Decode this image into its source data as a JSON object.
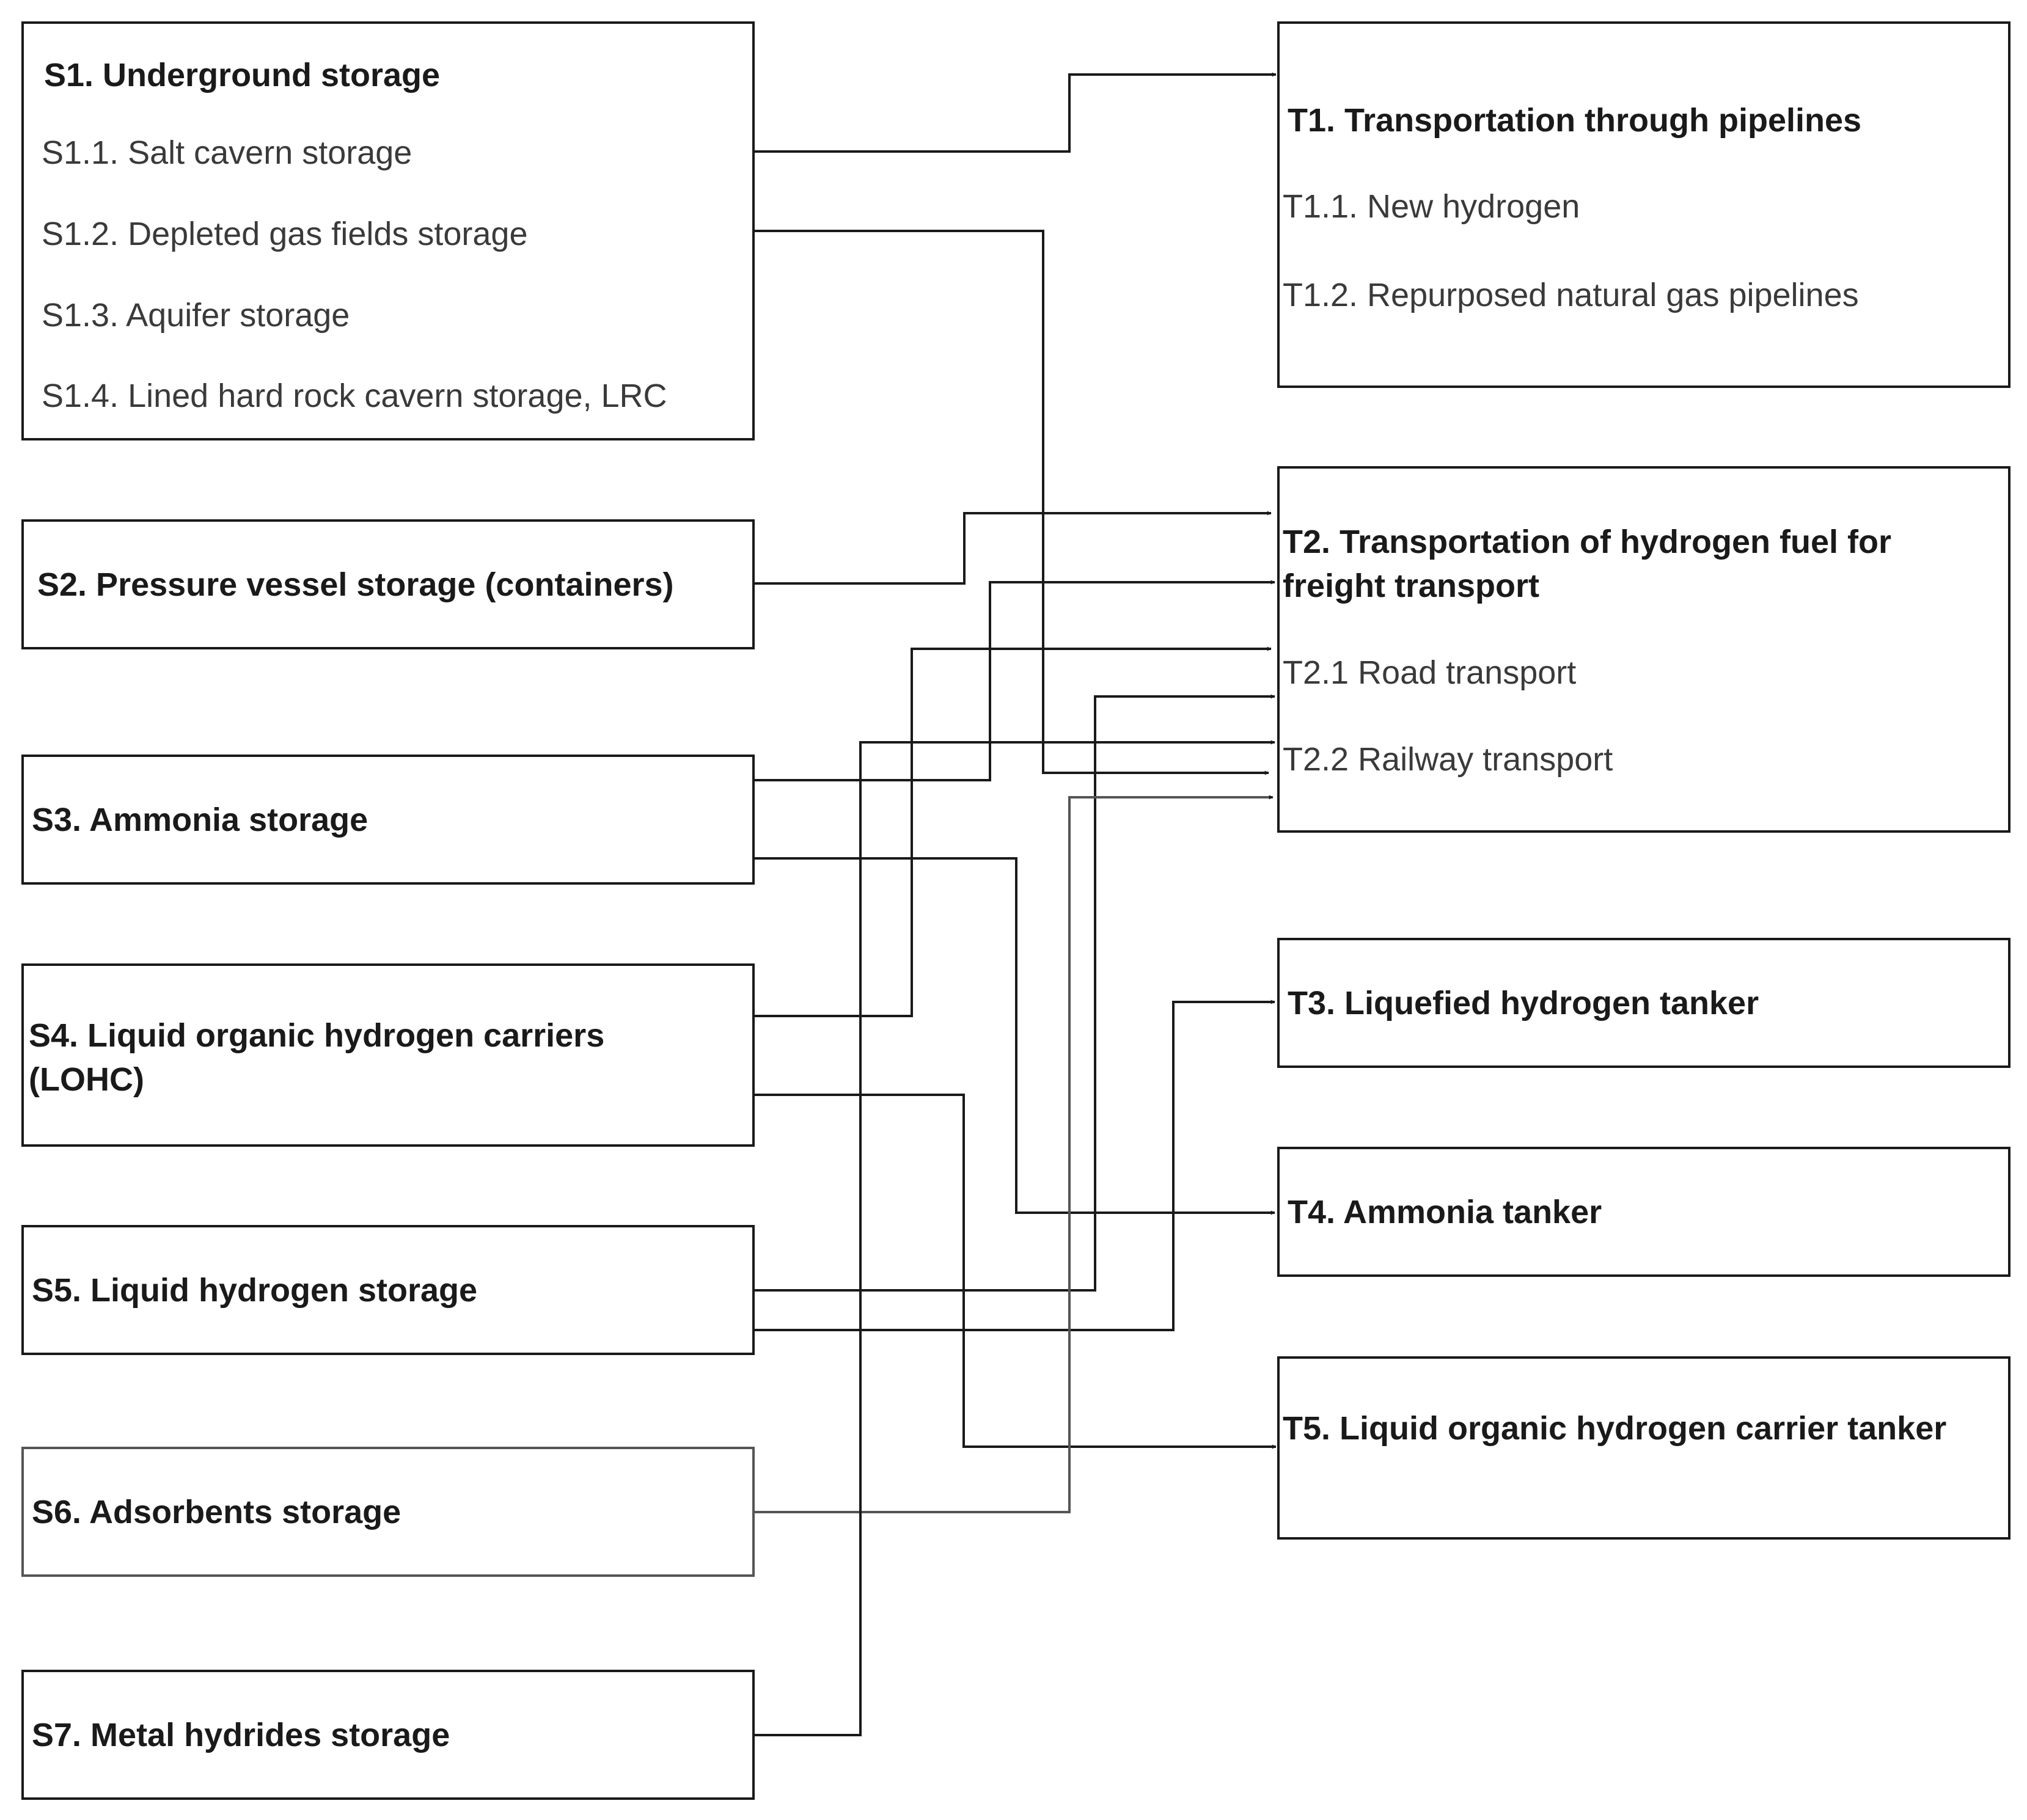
{
  "storage": {
    "s1": {
      "title": "S1. Underground storage",
      "items": [
        "S1.1. Salt cavern storage",
        "S1.2. Depleted gas fields storage",
        "S1.3. Aquifer storage",
        "S1.4. Lined hard rock cavern storage, LRC"
      ]
    },
    "s2": {
      "title": "S2. Pressure vessel storage (containers)"
    },
    "s3": {
      "title": "S3. Ammonia storage"
    },
    "s4": {
      "title": "S4. Liquid organic hydrogen carriers (LOHC)"
    },
    "s5": {
      "title": "S5. Liquid hydrogen storage"
    },
    "s6": {
      "title": "S6. Adsorbents storage"
    },
    "s7": {
      "title": "S7. Metal hydrides storage"
    }
  },
  "transport": {
    "t1": {
      "title": "T1. Transportation through pipelines",
      "items": [
        "T1.1. New hydrogen",
        "T1.2. Repurposed natural gas pipelines"
      ]
    },
    "t2": {
      "title": "T2. Transportation of hydrogen fuel for freight transport",
      "items": [
        "T2.1 Road transport",
        "T2.2 Railway transport"
      ]
    },
    "t3": {
      "title": "T3. Liquefied hydrogen tanker"
    },
    "t4": {
      "title": "T4. Ammonia tanker"
    },
    "t5": {
      "title": "T5. Liquid organic hydrogen carrier tanker"
    }
  },
  "connections": [
    {
      "from": "S1.1",
      "to": "T1"
    },
    {
      "from": "S1.2",
      "to": "T2.2"
    },
    {
      "from": "S2",
      "to": "T2"
    },
    {
      "from": "S3",
      "to": "T2"
    },
    {
      "from": "S3",
      "to": "T4"
    },
    {
      "from": "S4",
      "to": "T2.1"
    },
    {
      "from": "S4",
      "to": "T5"
    },
    {
      "from": "S5",
      "to": "T2.1"
    },
    {
      "from": "S5",
      "to": "T3"
    },
    {
      "from": "S6",
      "to": "T2.2"
    },
    {
      "from": "S7",
      "to": "T2.2"
    }
  ],
  "colors": {
    "line": "#1a1a1a",
    "text": "#222222",
    "subtext": "#3a3a3a",
    "background": "#ffffff"
  }
}
